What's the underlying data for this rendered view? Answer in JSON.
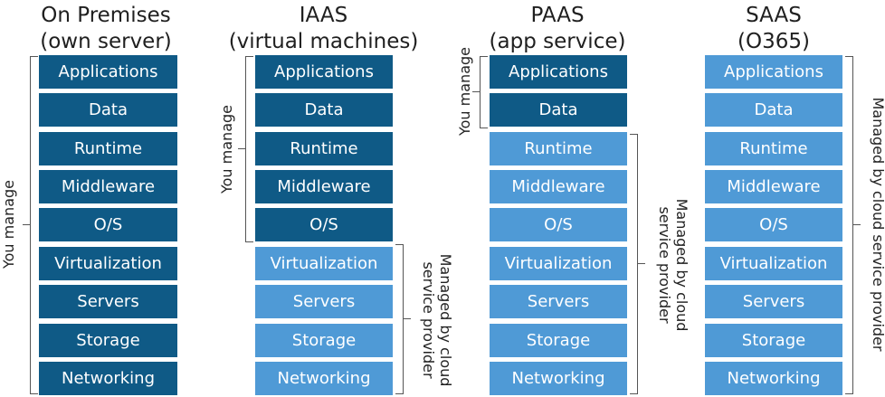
{
  "columns": [
    {
      "title": "On Premises\n(own server)",
      "layers": [
        "Applications",
        "Data",
        "Runtime",
        "Middleware",
        "O/S",
        "Virtualization",
        "Servers",
        "Storage",
        "Networking"
      ],
      "you_manage_label": "You manage",
      "provider_label": ""
    },
    {
      "title": "IAAS\n(virtual machines)",
      "layers": [
        "Applications",
        "Data",
        "Runtime",
        "Middleware",
        "O/S",
        "Virtualization",
        "Servers",
        "Storage",
        "Networking"
      ],
      "you_manage_label": "You manage",
      "provider_label": "Managed by cloud\nservice provider"
    },
    {
      "title": "PAAS\n(app service)",
      "layers": [
        "Applications",
        "Data",
        "Runtime",
        "Middleware",
        "O/S",
        "Virtualization",
        "Servers",
        "Storage",
        "Networking"
      ],
      "you_manage_label": "You manage",
      "provider_label": "Managed by cloud\nservice provider"
    },
    {
      "title": "SAAS\n(O365)",
      "layers": [
        "Applications",
        "Data",
        "Runtime",
        "Middleware",
        "O/S",
        "Virtualization",
        "Servers",
        "Storage",
        "Networking"
      ],
      "you_manage_label": "",
      "provider_label": "Managed by cloud service provider"
    }
  ],
  "colors": {
    "user_managed": "#0f5a86",
    "provider_managed": "#4f9ad6",
    "bracket": "#555555"
  }
}
